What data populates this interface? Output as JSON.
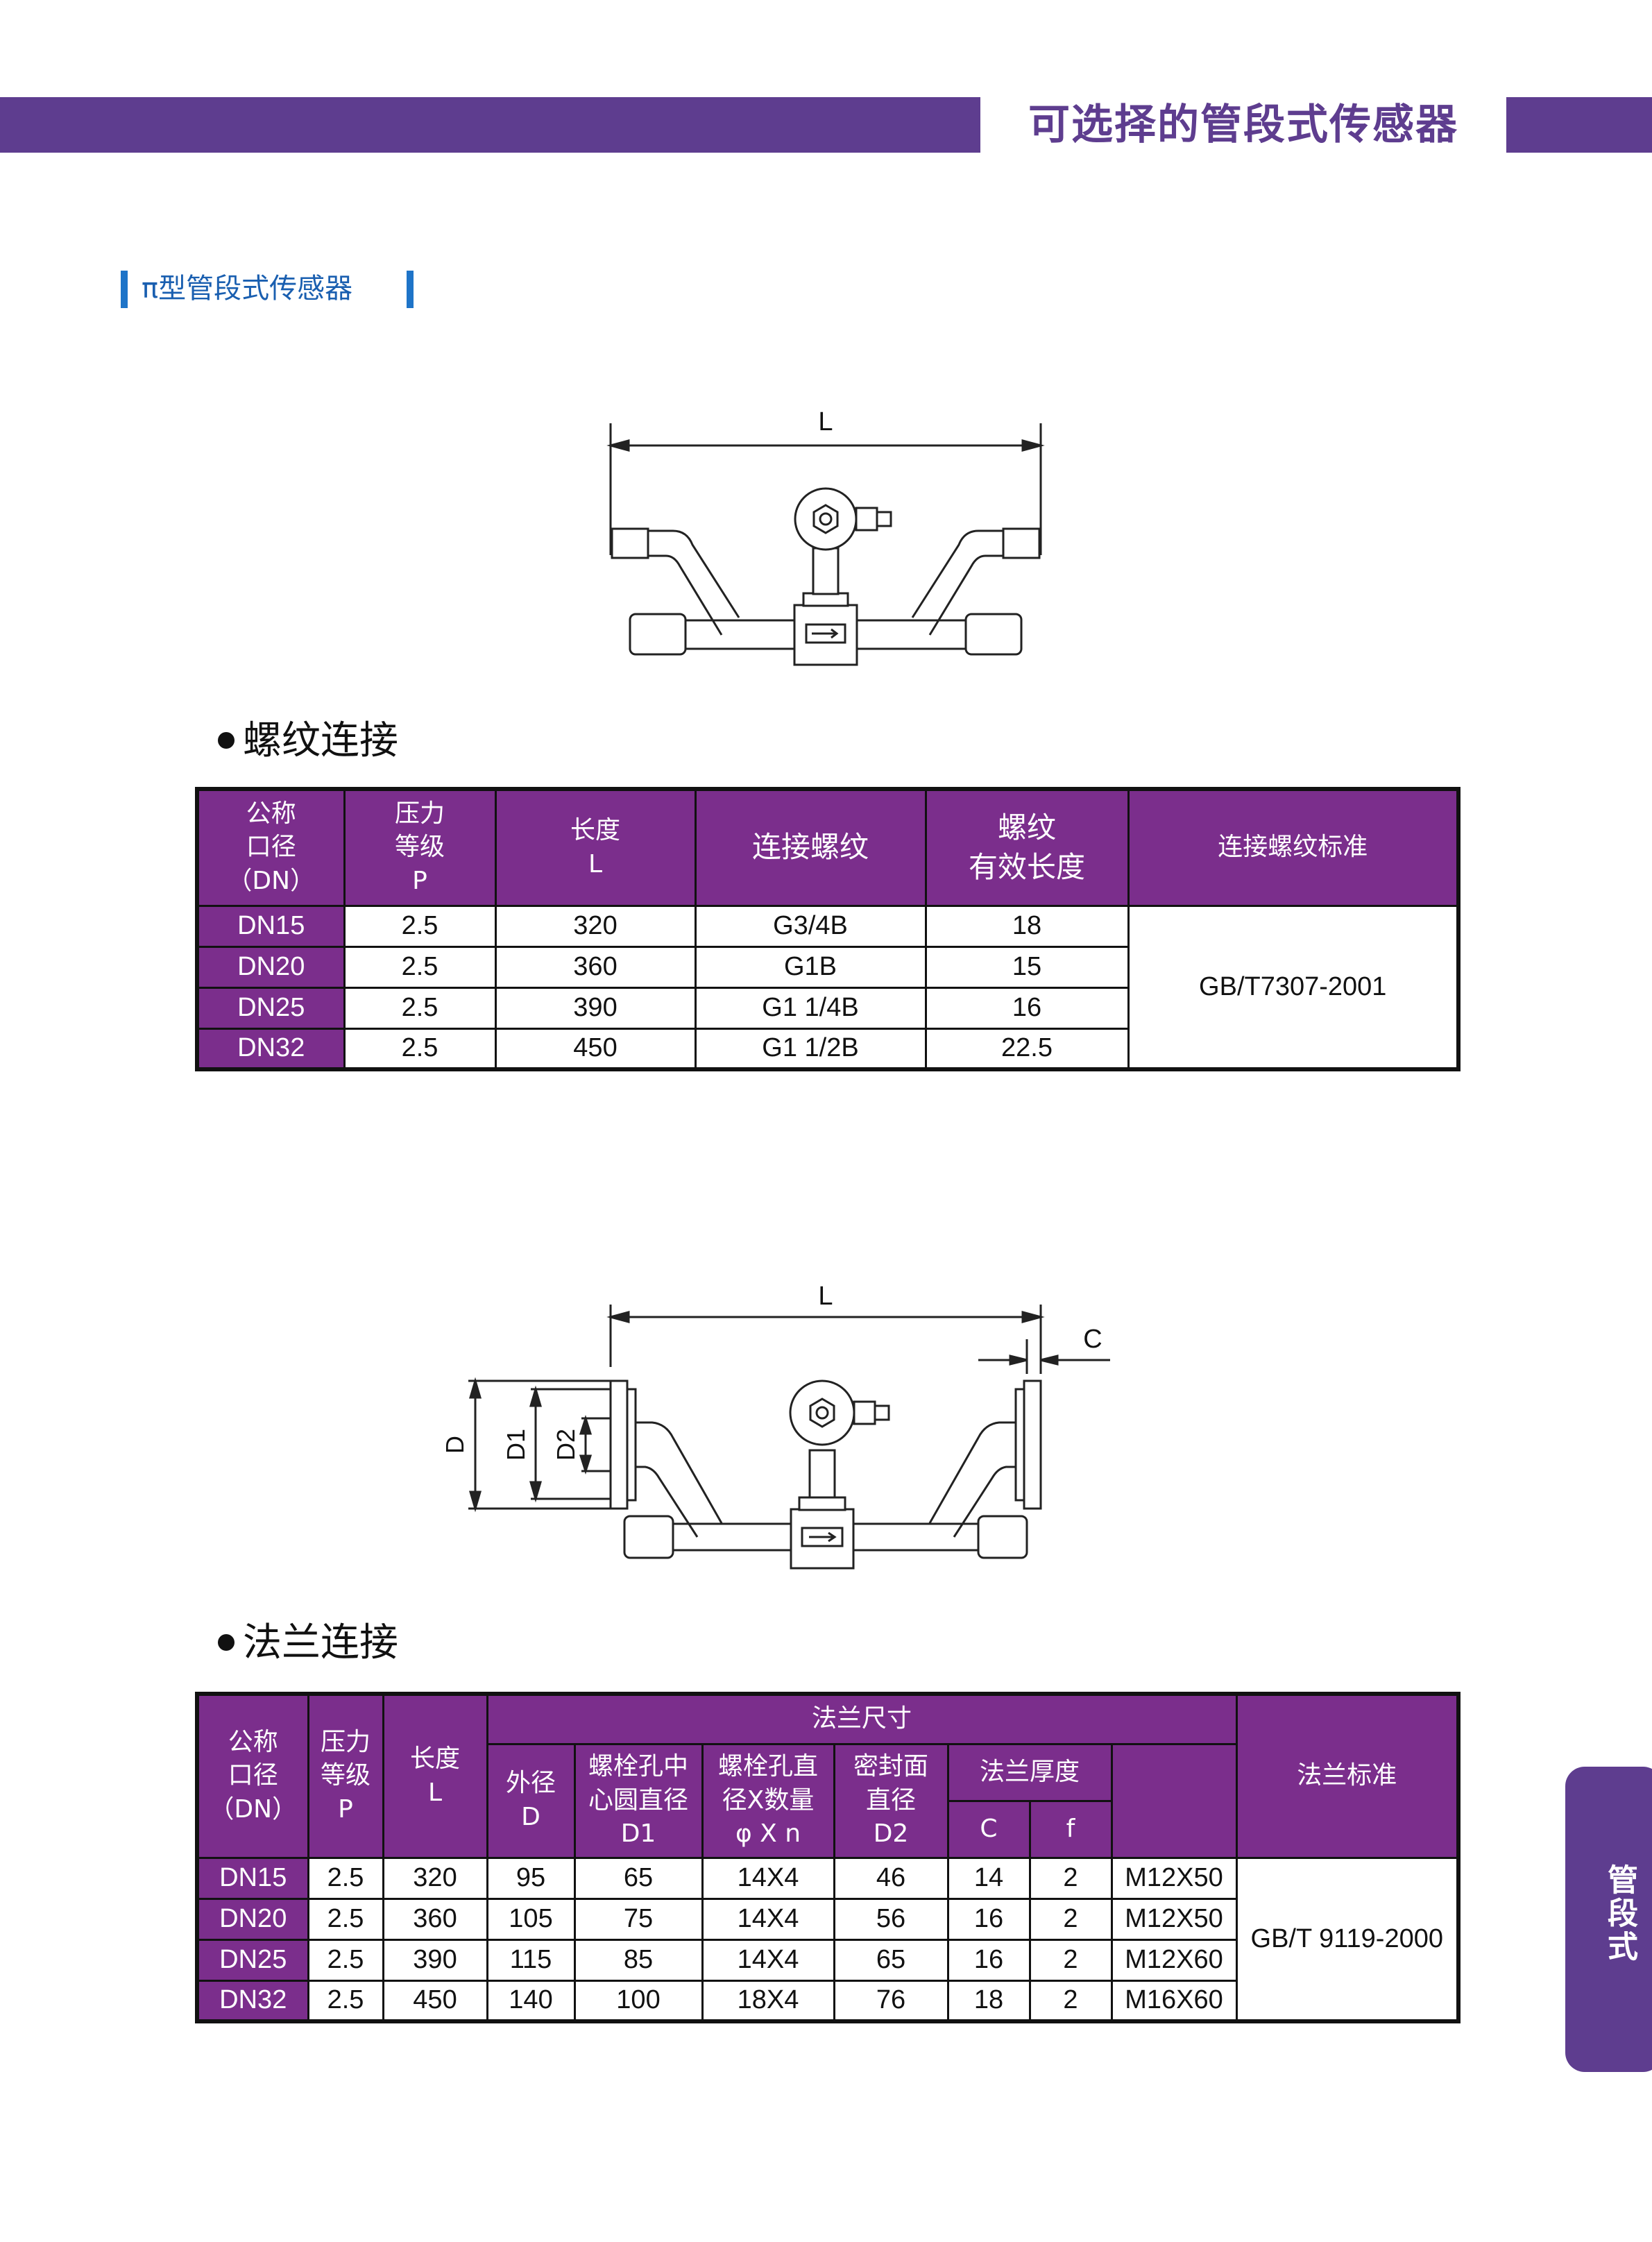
{
  "header": {
    "title": "可选择的管段式传感器"
  },
  "subheading": "π型管段式传感器",
  "threaded": {
    "title": "螺纹连接",
    "diagram_labels": {
      "L": "L"
    },
    "headers": {
      "dn": [
        "公称",
        "口径",
        "（DN）"
      ],
      "p": [
        "压力",
        "等级",
        "P"
      ],
      "len": [
        "长度",
        "L"
      ],
      "thread": [
        "连接螺纹"
      ],
      "eff": [
        "螺纹",
        "有效长度"
      ],
      "std": [
        "连接螺纹标准"
      ]
    },
    "rows": [
      {
        "dn": "DN15",
        "p": "2.5",
        "len": "320",
        "thread": "G3/4B",
        "eff": "18"
      },
      {
        "dn": "DN20",
        "p": "2.5",
        "len": "360",
        "thread": "G1B",
        "eff": "15"
      },
      {
        "dn": "DN25",
        "p": "2.5",
        "len": "390",
        "thread": "G1 1/4B",
        "eff": "16"
      },
      {
        "dn": "DN32",
        "p": "2.5",
        "len": "450",
        "thread": "G1 1/2B",
        "eff": "22.5"
      }
    ],
    "standard": "GB/T7307-2001"
  },
  "flanged": {
    "title": "法兰连接",
    "diagram_labels": {
      "L": "L",
      "C": "C",
      "D": "D",
      "D1": "D1",
      "D2": "D2"
    },
    "headers": {
      "dn": [
        "公称",
        "口径",
        "（DN）"
      ],
      "p": [
        "压力",
        "等级",
        "P"
      ],
      "len": [
        "长度",
        "L"
      ],
      "group": "法兰尺寸",
      "od": [
        "外径",
        "D"
      ],
      "d1": [
        "螺栓孔中",
        "心圆直径",
        "D1"
      ],
      "holes": [
        "螺栓孔直",
        "径X数量",
        "φ X n"
      ],
      "d2": [
        "密封面",
        "直径",
        "D2"
      ],
      "thick": "法兰厚度",
      "c": "C",
      "f": "f",
      "std": "法兰标准"
    },
    "rows": [
      {
        "dn": "DN15",
        "p": "2.5",
        "len": "320",
        "od": "95",
        "d1": "65",
        "holes": "14X4",
        "d2": "46",
        "c": "14",
        "f": "2",
        "bolt": "M12X50"
      },
      {
        "dn": "DN20",
        "p": "2.5",
        "len": "360",
        "od": "105",
        "d1": "75",
        "holes": "14X4",
        "d2": "56",
        "c": "16",
        "f": "2",
        "bolt": "M12X50"
      },
      {
        "dn": "DN25",
        "p": "2.5",
        "len": "390",
        "od": "115",
        "d1": "85",
        "holes": "14X4",
        "d2": "65",
        "c": "16",
        "f": "2",
        "bolt": "M12X60"
      },
      {
        "dn": "DN32",
        "p": "2.5",
        "len": "450",
        "od": "140",
        "d1": "100",
        "holes": "18X4",
        "d2": "76",
        "c": "18",
        "f": "2",
        "bolt": "M16X60"
      }
    ],
    "standard": "GB/T 9119-2000"
  },
  "side_tab": "管段式"
}
